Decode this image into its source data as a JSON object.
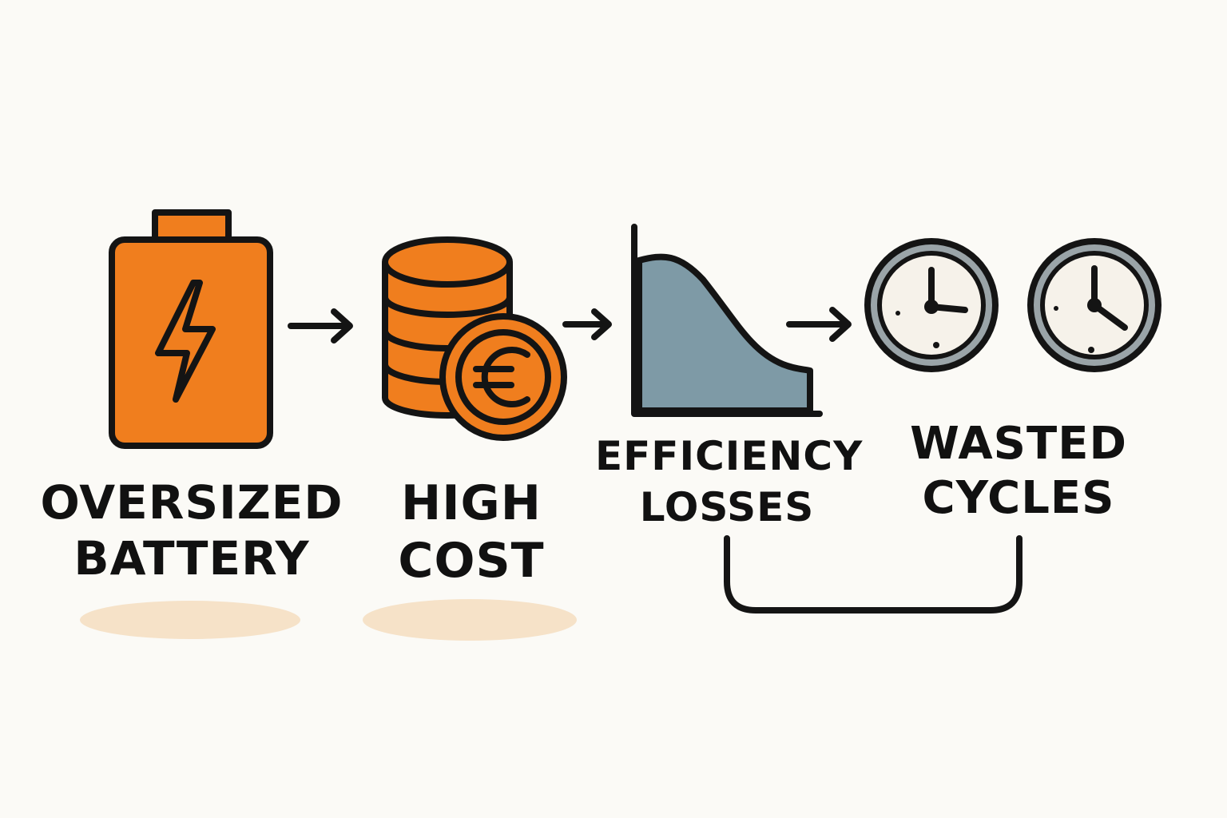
{
  "colors": {
    "background": "#fbfaf6",
    "accent_orange": "#f07e1e",
    "outline": "#141414",
    "chart_fill": "#7e9aa6",
    "clock_ring": "#9aa4a8",
    "clock_face": "#f6f2ea",
    "shadow": "#f6e2c8"
  },
  "steps": [
    {
      "id": "battery",
      "icon": "battery-bolt-icon",
      "lines": [
        "OVERSIZED",
        "BATTERY"
      ]
    },
    {
      "id": "cost",
      "icon": "coin-stack-euro-icon",
      "lines": [
        "HIGH",
        "COST"
      ]
    },
    {
      "id": "efficiency",
      "icon": "declining-area-chart-icon",
      "lines": [
        "EFFICIENCY",
        "LOSSES"
      ]
    },
    {
      "id": "cycles",
      "icon": "two-clocks-icon",
      "lines": [
        "WASTED",
        "CYCLES"
      ]
    }
  ],
  "connectors": [
    "arrow-right",
    "arrow-right",
    "arrow-right",
    "bracket-efficiency-to-cycles"
  ]
}
